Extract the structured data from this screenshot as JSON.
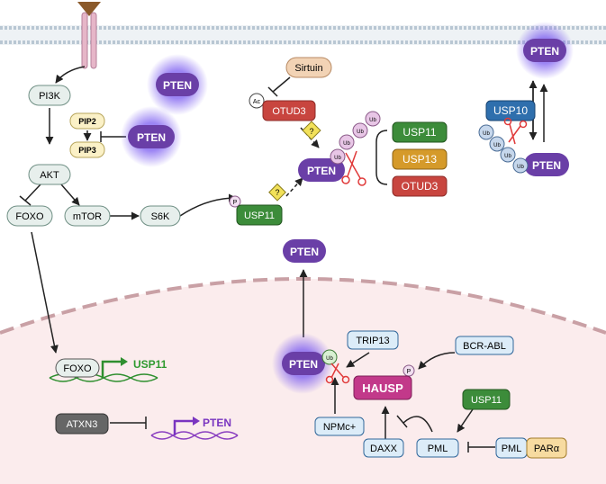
{
  "colors": {
    "membrane": "#b9c7d3",
    "nucleus_fill": "#fbeced",
    "pten": "#6a3fa7",
    "pten_glow": "#7b5cf0",
    "usp11": "#3c8c3a",
    "usp13": "#d59a2a",
    "otud3": "#c8453f",
    "usp10": "#2f6fad",
    "hausp": "#c2398a",
    "ub": "#e8c6e6",
    "neutral_node": "#e7efec",
    "blue_node": "#dcecf8",
    "sirtuin": "#f2d3b5",
    "atxn3": "#666666",
    "par": "#f7dba0",
    "warning": "#f2e15a",
    "scissors": "#e03a3a"
  },
  "labels": {
    "pten": "PTEN",
    "pi3k": "PI3K",
    "pip2": "PIP2",
    "pip3": "PIP3",
    "akt": "AKT",
    "foxo": "FOXO",
    "mtor": "mTOR",
    "s6k": "S6K",
    "sirtuin": "Sirtuin",
    "ac": "Ac",
    "otud3": "OTUD3",
    "p": "P",
    "usp11": "USP11",
    "usp13": "USP13",
    "usp10": "USP10",
    "ub": "Ub",
    "warning": "?",
    "trip13": "TRIP13",
    "bcr_abl": "BCR-ABL",
    "hausp": "HAUSP",
    "npmc": "NPMc+",
    "daxx": "DAXX",
    "pml": "PML",
    "par_alpha": "PARα",
    "atxn3": "ATXN3",
    "gene_usp11": "USP11",
    "gene_pten": "PTEN"
  }
}
